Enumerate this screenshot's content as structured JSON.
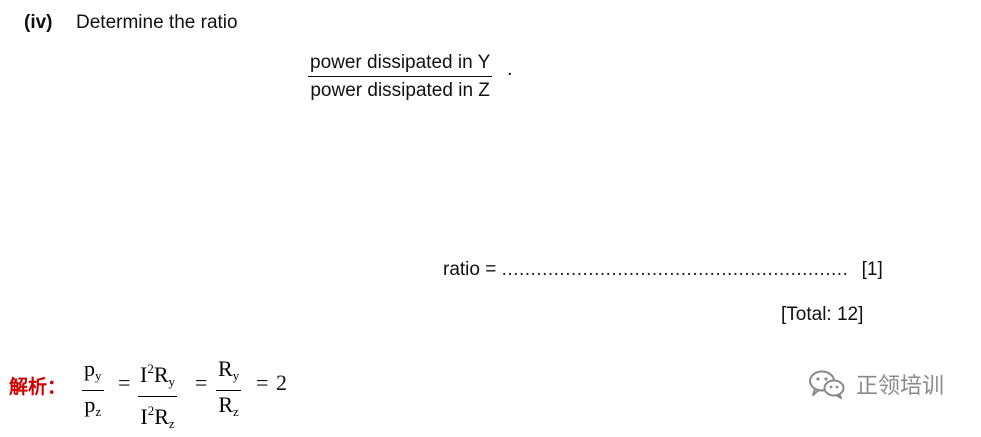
{
  "question": {
    "number": "(iv)",
    "prompt": "Determine the ratio",
    "fraction": {
      "numerator": "power dissipated in Y",
      "denominator": "power dissipated in Z",
      "trailing": "."
    },
    "answer_line": {
      "label": "ratio =",
      "dots": "............................................................",
      "marks": "[1]"
    },
    "total": "[Total: 12]"
  },
  "solution": {
    "label": "解析：",
    "step1": {
      "num_base": "p",
      "num_sub": "y",
      "den_base": "p",
      "den_sub": "z"
    },
    "equals1": "=",
    "step2": {
      "num_I": "I",
      "num_sup": "2",
      "num_R": "R",
      "num_sub": "y",
      "den_I": "I",
      "den_sup": "2",
      "den_R": "R",
      "den_sub": "z"
    },
    "equals2": "=",
    "step3": {
      "num_base": "R",
      "num_sub": "y",
      "den_base": "R",
      "den_sub": "z"
    },
    "equals3": "=",
    "result": "2"
  },
  "watermark": {
    "icon": "wechat-icon",
    "text": "正领培训"
  }
}
